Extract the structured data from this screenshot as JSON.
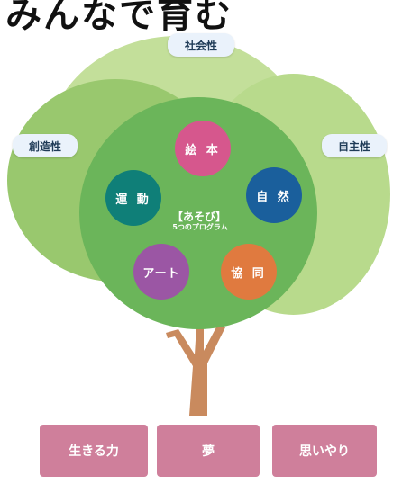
{
  "header": {
    "title_fragment": "みんなで育む"
  },
  "canopy_tags": {
    "top": "社会性",
    "left": "創造性",
    "right": "自主性"
  },
  "center": {
    "title": "【あそび】",
    "subtitle": "5つのプログラム"
  },
  "programs": [
    {
      "label": "絵 本",
      "color": "#d6578d"
    },
    {
      "label": "自 然",
      "color": "#1a5f9c"
    },
    {
      "label": "運 動",
      "color": "#0f7f78"
    },
    {
      "label": "アート",
      "color": "#9b56a4"
    },
    {
      "label": "協 同",
      "color": "#e07a3f"
    }
  ],
  "outcomes": [
    "生きる力",
    "夢",
    "思いやり"
  ],
  "colors": {
    "canopy_main": "#6bb55a",
    "canopy_light": "#c3df9a",
    "trunk": "#c98a5e",
    "outcome_box": "#cf7f9b",
    "tag_bg": "#eaf2fb"
  }
}
